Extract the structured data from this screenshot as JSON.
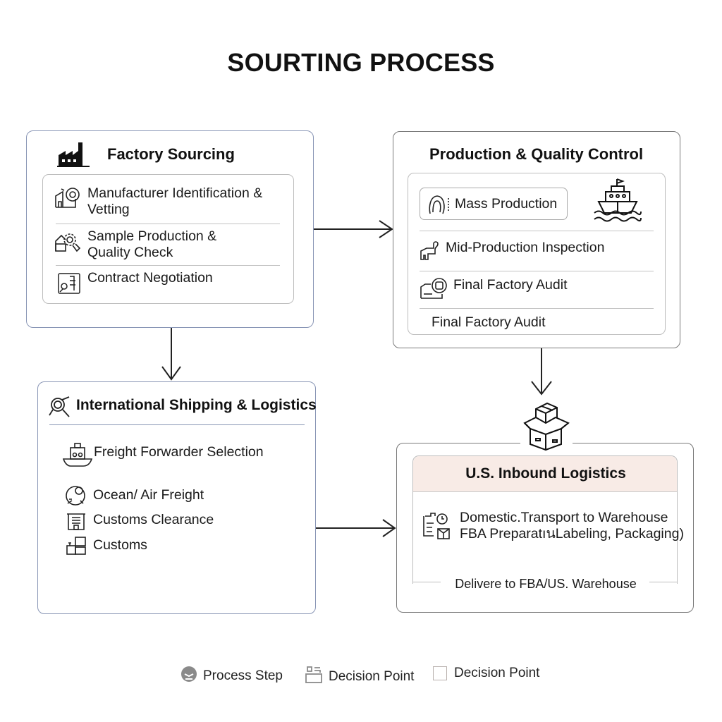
{
  "title": "SOURTING PROCESS",
  "factory_sourcing": {
    "title": "Factory Sourcing",
    "icon": "factory-icon",
    "items": [
      {
        "label_line1": "Manufacturer Identification &",
        "label_line2": "Vetting",
        "icon": "manufacturer-icon"
      },
      {
        "label_line1": "Sample Production &",
        "label_line2": "Quality Check",
        "icon": "gear-inspect-icon"
      },
      {
        "label_line1": "Contract Negotiation",
        "label_line2": "",
        "icon": "contract-icon"
      }
    ]
  },
  "production_qc": {
    "title": "Production & Quality Control",
    "ship_icon": "ship-icon",
    "items": [
      {
        "label": "Mass Production",
        "icon": "mass-production-icon"
      },
      {
        "label": "Mid-Production Inspection",
        "icon": "inspection-icon"
      },
      {
        "label": "Final Factory Audit",
        "icon": "audit-icon"
      },
      {
        "label": "Final Factory Audit",
        "icon": ""
      }
    ]
  },
  "international_shipping": {
    "title": "International Shipping & Logistics",
    "icon": "search-cross-icon",
    "items": [
      {
        "label": "Freight Forwarder Selection",
        "icon": "boat-icon"
      },
      {
        "label": "Ocean/ Air Freight",
        "icon": "globe-icon"
      },
      {
        "label": "Customs Clearance",
        "icon": "customs-building-icon"
      },
      {
        "label": "Customs",
        "icon": "boxes-icon"
      }
    ]
  },
  "us_inbound": {
    "title": "U.S. Inbound Logistics",
    "header_color": "#f8ebe6",
    "items": [
      {
        "label": "Domestic.Transport to Warehouse"
      },
      {
        "label": "FBA PreparatıนLabeling, Packaging)"
      }
    ],
    "icon": "checklist-box-icon",
    "footer": "Delivere to FBA/US. Warehouse",
    "box_icon": "boxes-stack-icon"
  },
  "legend": [
    {
      "label": "Process Step",
      "icon": "process-step-icon"
    },
    {
      "label": "Decision Point",
      "icon": "decision-point-icon"
    },
    {
      "label": "Decision Point",
      "icon": "empty-square-icon"
    }
  ]
}
